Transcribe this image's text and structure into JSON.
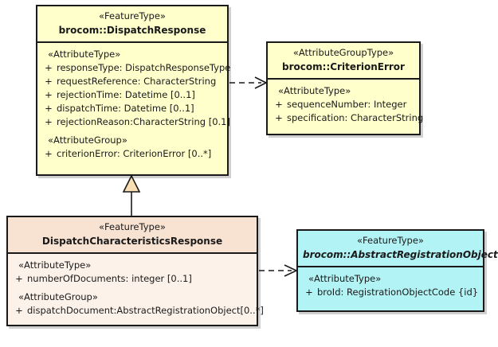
{
  "diagram": {
    "type": "uml-class-diagram",
    "background": "#ffffff",
    "palette": {
      "yellow": "#ffffcc",
      "peach_header": "#f8e2d2",
      "peach_body": "#fdf2ea",
      "cyan": "#b2f3f5",
      "border": "#1a1a1a",
      "generalization_fill": "#fadfb5"
    }
  },
  "classes": {
    "dispatch_response": {
      "stereotype": "«FeatureType»",
      "name": "brocom::DispatchResponse",
      "abstract": false,
      "compartments": [
        {
          "label": "«AttributeType»",
          "attributes": [
            {
              "visibility": "+",
              "text": "responseType: DispatchResponseType"
            },
            {
              "visibility": "+",
              "text": "requestReference: CharacterString"
            },
            {
              "visibility": "+",
              "text": "rejectionTime: Datetime [0..1]"
            },
            {
              "visibility": "+",
              "text": "dispatchTime: Datetime [0..1]"
            },
            {
              "visibility": "+",
              "text": "rejectionReason:CharacterString [0.1]"
            }
          ]
        },
        {
          "label": "«AttributeGroup»",
          "attributes": [
            {
              "visibility": "+",
              "text": "criterionError: CriterionError [0..*]"
            }
          ]
        }
      ]
    },
    "criterion_error": {
      "stereotype": "«AttributeGroupType»",
      "name": "brocom::CriterionError",
      "abstract": false,
      "compartments": [
        {
          "label": "«AttributeType»",
          "attributes": [
            {
              "visibility": "+",
              "text": "sequenceNumber: Integer"
            },
            {
              "visibility": "+",
              "text": "specification: CharacterString"
            }
          ]
        }
      ]
    },
    "dispatch_characteristics_response": {
      "stereotype": "«FeatureType»",
      "name": "DispatchCharacteristicsResponse",
      "abstract": false,
      "compartments": [
        {
          "label": "«AttributeType»",
          "attributes": [
            {
              "visibility": "+",
              "text": "numberOfDocuments: integer [0..1]"
            }
          ]
        },
        {
          "label": "«AttributeGroup»",
          "attributes": [
            {
              "visibility": "+",
              "text": "dispatchDocument:AbstractRegistrationObject[0..*]"
            }
          ]
        }
      ]
    },
    "abstract_registration_object": {
      "stereotype": "«FeatureType»",
      "name": "brocom::AbstractRegistrationObject",
      "abstract": true,
      "compartments": [
        {
          "label": "«AttributeType»",
          "attributes": [
            {
              "visibility": "+",
              "text": "broId: RegistrationObjectCode {id}"
            }
          ]
        }
      ]
    }
  },
  "relationships": [
    {
      "kind": "dependency",
      "style": "dashed-open-arrow",
      "from": "dispatch_response",
      "to": "criterion_error"
    },
    {
      "kind": "generalization",
      "style": "solid-hollow-triangle",
      "from": "dispatch_characteristics_response",
      "to": "dispatch_response"
    },
    {
      "kind": "dependency",
      "style": "dashed-open-arrow",
      "from": "dispatch_characteristics_response",
      "to": "abstract_registration_object"
    }
  ]
}
